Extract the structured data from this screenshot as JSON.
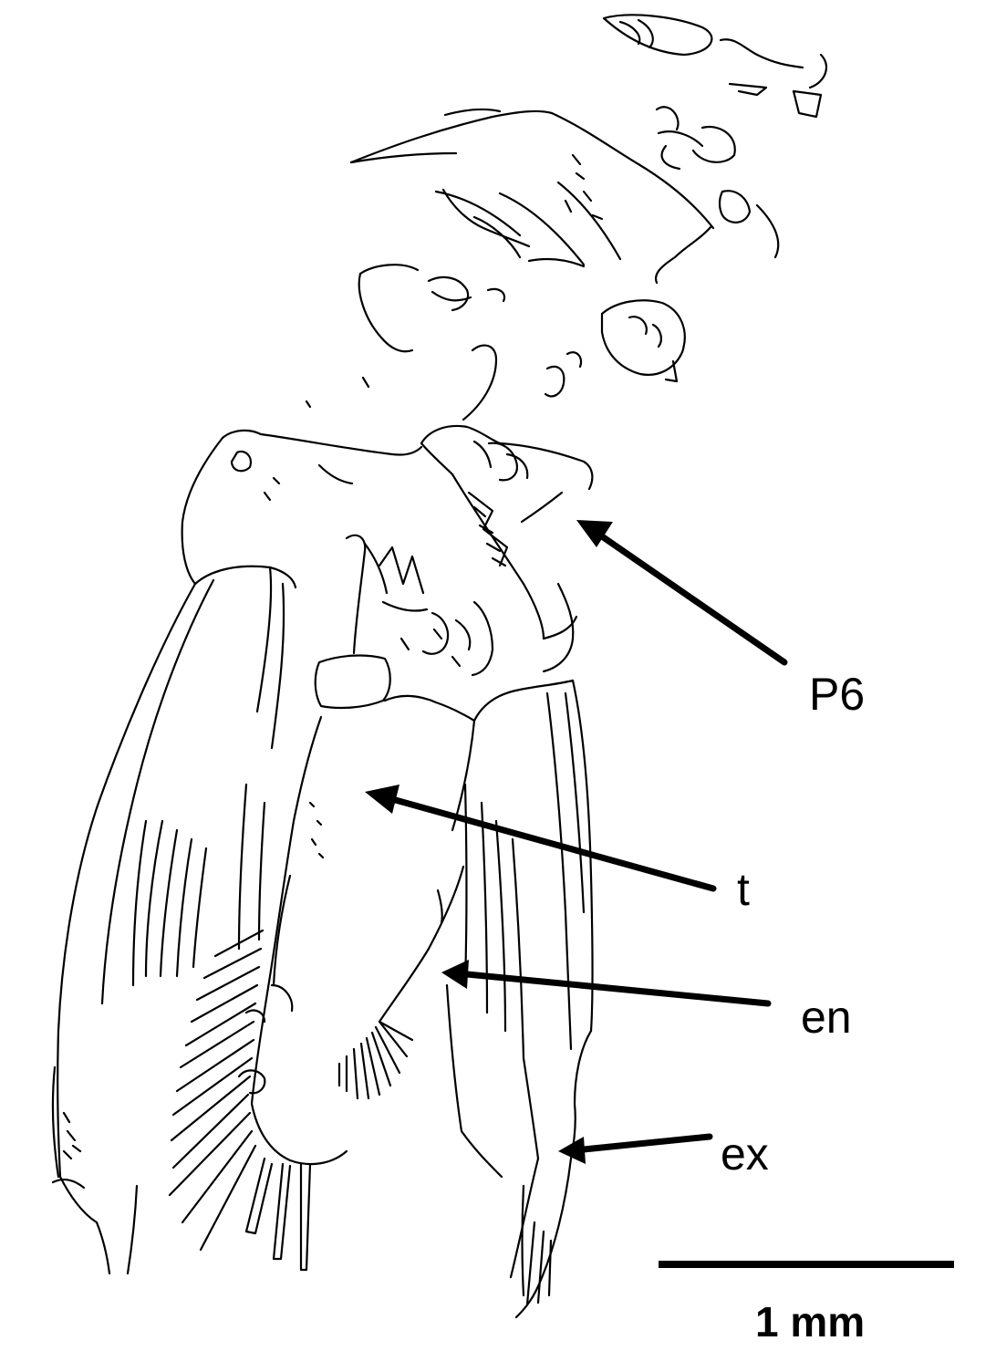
{
  "colors": {
    "ink": "#000000",
    "background": "#ffffff"
  },
  "labels": {
    "p6": "P6",
    "t": "t",
    "en": "en",
    "ex": "ex"
  },
  "scale_bar": {
    "label": "1 mm"
  }
}
